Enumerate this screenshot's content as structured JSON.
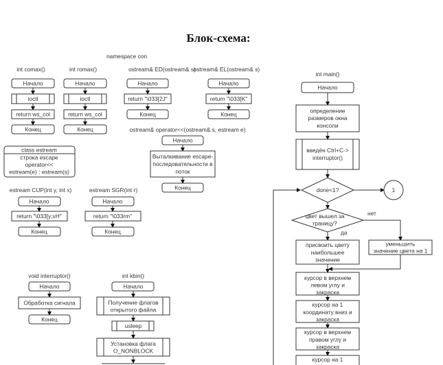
{
  "title": "Блок-схема:",
  "namespace_label": "namespace con",
  "common": {
    "start": "Начало",
    "end": "Конец"
  },
  "comax": {
    "header": "int comax()",
    "call": "ioctl",
    "ret": "return ws_col"
  },
  "romax": {
    "header": "int romax()",
    "call": "ioctl",
    "ret": "return ws_col"
  },
  "ed": {
    "header": "ostream& ED(ostream& s)",
    "ret": "return \"\\033[2J\""
  },
  "el": {
    "header": "ostream& EL(ostream& s)",
    "ret": "return \"\\033[K\""
  },
  "op": {
    "header": "ostream& operator<<(ostream& s, estream e)",
    "body": [
      "Выталкивание escape-",
      "последовательности в",
      "поток"
    ]
  },
  "estream_class": {
    "name": "class estream",
    "members": [
      "строка escape",
      "operator<<",
      "estream(e) : estream(s)"
    ]
  },
  "cup": {
    "header": "estream CUP(int y, int x)",
    "ret": "return \"\\033[y;xH\""
  },
  "sgr": {
    "header": "estream SGR(int r)",
    "ret": "return \"\\033rm\""
  },
  "interruptor": {
    "header": "void interruptor()",
    "body": "Обработка сигнала"
  },
  "kbin": {
    "header": "int kbin()",
    "get_flags": [
      "Получение флагов",
      "открытого файла"
    ],
    "sleep": "usleep",
    "set_flag": [
      "Установка флага",
      "O_NONBLOCK"
    ]
  },
  "main": {
    "header": "int main()",
    "size": [
      "определение",
      "размеров окна",
      "консоли"
    ],
    "ctrl_c": [
      "введён Ctrl+C->",
      "interruptor()"
    ],
    "loop_cond": "done<1?",
    "connector": "1",
    "color_cond": [
      "цвет вышел за",
      "границу?"
    ],
    "yes": "да",
    "no": "нет",
    "assign_max": [
      "присвоить цвету",
      "наибольшее",
      "значение"
    ],
    "decrement": [
      "уменьшить",
      "значение цвета на 1"
    ],
    "steps": [
      [
        "курсор в верхнем",
        "левом углу и",
        "закраска"
      ],
      [
        "курсор на 1",
        "координату вниз и",
        "закраска"
      ],
      [
        "курсор в верхнем",
        "правом углу и",
        "закраска"
      ],
      [
        "курсор на 1"
      ]
    ]
  }
}
